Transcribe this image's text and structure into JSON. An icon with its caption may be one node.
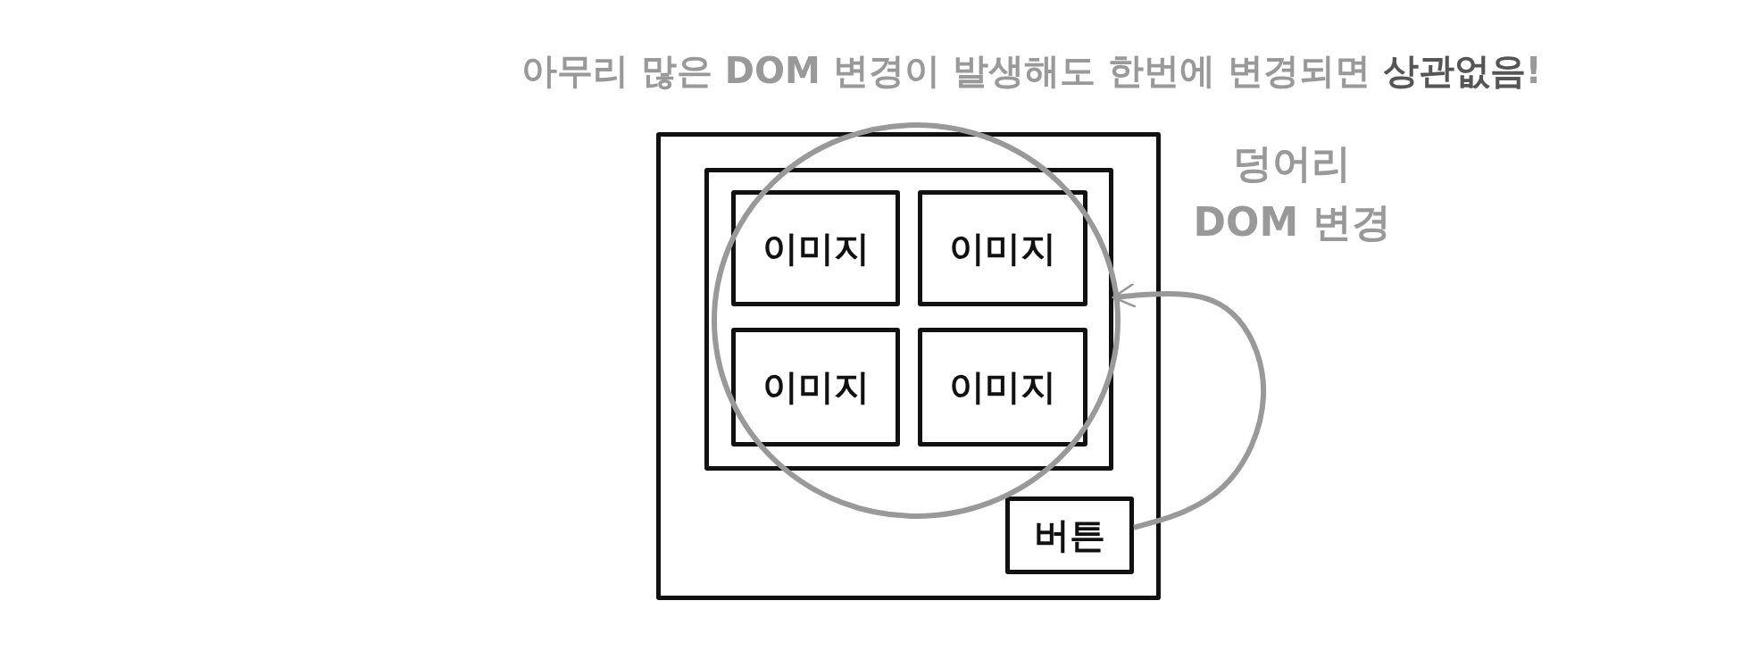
{
  "diagram": {
    "title": "아무리 많은 DOM 변경이 발생해도 한번에 변경되면 **상관없음**!",
    "nodes": [
      {
        "text": [],
        "shape": "box"
      },
      {
        "text": [],
        "shape": "box",
        "in": 0
      },
      {
        "text": [
          "이미지"
        ],
        "in": 1
      },
      {
        "text": [
          "이미지"
        ],
        "in": 1
      },
      {
        "text": [
          "이미지"
        ],
        "in": 1
      },
      {
        "text": [
          "이미지"
        ],
        "in": 1
      },
      {
        "text": [
          "버튼"
        ],
        "in": 0
      }
    ],
    "edges": [
      {
        "from": 6,
        "to": 1,
        "arrow": "to",
        "color": "#999999"
      }
    ],
    "labels": [
      "덩어리 DOM 변경"
    ]
  }
}
